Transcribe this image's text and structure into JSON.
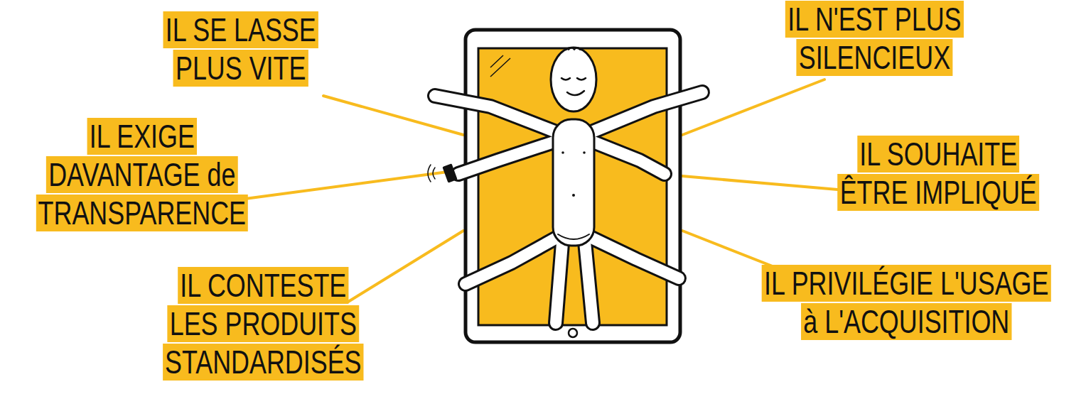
{
  "diagram": {
    "labels": [
      "IL SE LASSE PLUS VITE",
      "IL EXIGE DAVANTAGE de TRANSPARENCE",
      "IL CONTESTE LES PRODUITS STANDARDISÉS",
      "IL N'EST PLUS SILENCIEUX",
      "IL SOUHAITE ÊTRE IMPLIQUÉ",
      "IL PRIVILÉGIE L'USAGE à L'ACQUISITION"
    ]
  }
}
